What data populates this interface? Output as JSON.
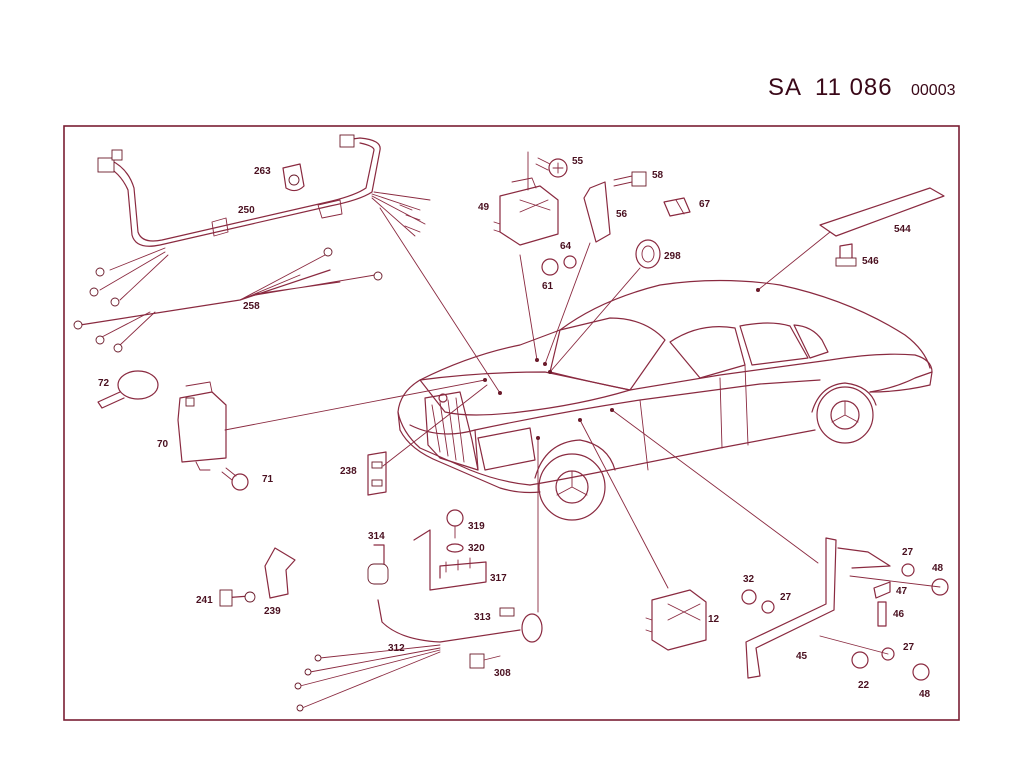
{
  "diagram_code": {
    "prefix": "SA",
    "number": "11 086",
    "suffix": "00003"
  },
  "colors": {
    "line": "#8a2a40",
    "text": "#4a1020",
    "background": "#ffffff"
  },
  "part_labels": {
    "p12": "12",
    "p22": "22",
    "p27a": "27",
    "p27b": "27",
    "p27c": "27",
    "p32": "32",
    "p45": "45",
    "p46": "46",
    "p47": "47",
    "p48a": "48",
    "p48b": "48",
    "p49": "49",
    "p55": "55",
    "p56": "56",
    "p58": "58",
    "p61": "61",
    "p64": "64",
    "p67": "67",
    "p70": "70",
    "p71": "71",
    "p72": "72",
    "p238": "238",
    "p239": "239",
    "p241": "241",
    "p250": "250",
    "p258": "258",
    "p263": "263",
    "p298": "298",
    "p308": "308",
    "p312": "312",
    "p313": "313",
    "p314": "314",
    "p317": "317",
    "p319": "319",
    "p320": "320",
    "p544": "544",
    "p546": "546"
  }
}
